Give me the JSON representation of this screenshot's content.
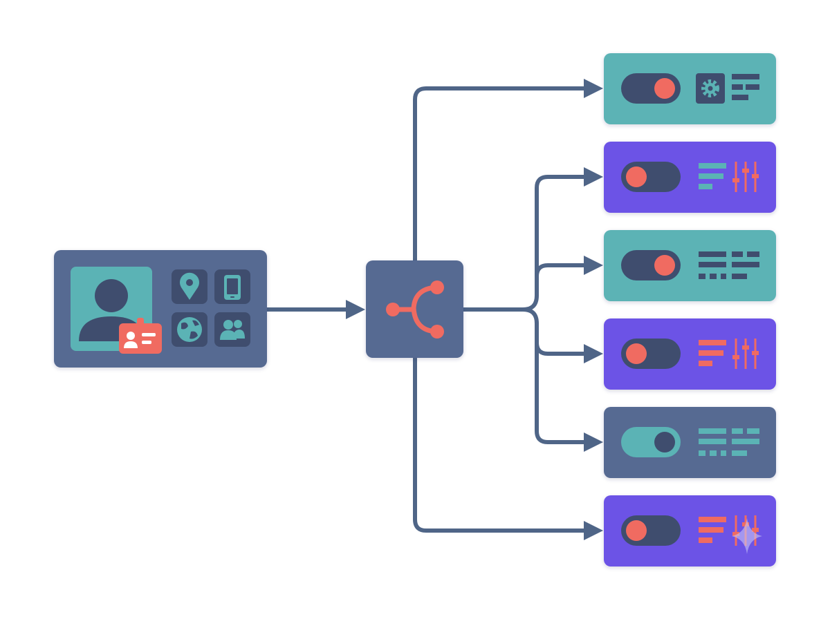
{
  "colors": {
    "background": "#ffffff",
    "slate": "#576a92",
    "slate_dark": "#3f4d6e",
    "teal": "#5bb3b5",
    "purple": "#6c52e6",
    "coral": "#f06b61",
    "connector": "#4f6587"
  },
  "source": {
    "card_color": "#576a92",
    "icons": [
      "user-avatar-icon",
      "id-badge-icon",
      "location-pin-icon",
      "mobile-phone-icon",
      "globe-icon",
      "users-group-icon"
    ]
  },
  "hub": {
    "icon": "branch-split-icon",
    "color": "#576a92"
  },
  "targets": [
    {
      "card_color": "#5bb3b5",
      "toggle_state": "on",
      "icons": [
        "gear-icon",
        "text-lines-icon"
      ]
    },
    {
      "card_color": "#6c52e6",
      "toggle_state": "off",
      "icons": [
        "text-lines-icon",
        "sliders-icon"
      ]
    },
    {
      "card_color": "#5bb3b5",
      "toggle_state": "on",
      "icons": [
        "data-grid-icon"
      ]
    },
    {
      "card_color": "#6c52e6",
      "toggle_state": "off",
      "icons": [
        "text-lines-icon",
        "sliders-icon"
      ]
    },
    {
      "card_color": "#576a92",
      "toggle_state": "on",
      "icons": [
        "data-grid-icon"
      ]
    },
    {
      "card_color": "#6c52e6",
      "toggle_state": "off",
      "icons": [
        "text-lines-icon",
        "sliders-icon",
        "sparkle-icon"
      ]
    }
  ]
}
